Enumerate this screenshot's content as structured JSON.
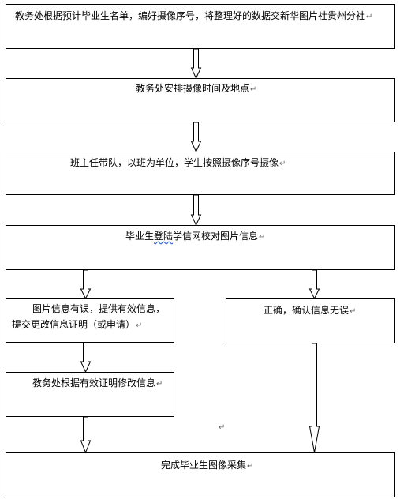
{
  "mark": "↵",
  "boxes": [
    {
      "text": "教务处根据预计毕业生名单，编好摄像序号，将整理好的数据交新华图片社贵州分社"
    },
    {
      "text": "教务处安排摄像时间及地点"
    },
    {
      "text": "班主任带队，以班为单位，学生按照摄像序号摄像"
    },
    {
      "text_pre": "毕业生",
      "text_squiggle": "登陆",
      "text_post": "学信网校对图片信息"
    },
    {
      "line1": "图片信息有误，提供有效信息，",
      "line2": "提交更改信息证明（或申请）"
    },
    {
      "text": "正确，确认信息无误"
    },
    {
      "text": "教务处根据有效证明修改信息"
    },
    {
      "text": "完成毕业生图像采集"
    }
  ]
}
